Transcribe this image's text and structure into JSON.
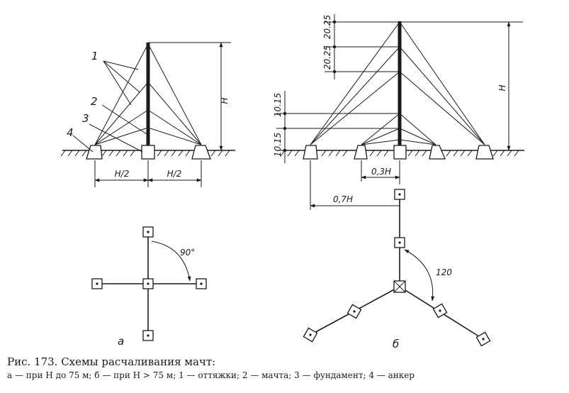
{
  "figure": {
    "a": {
      "callouts": {
        "guys": "1",
        "mast": "2",
        "foundation": "3",
        "anchor": "4"
      },
      "height_label": "H",
      "half_span_left": "H/2",
      "half_span_right": "H/2",
      "plan_angle": "90°",
      "panel_letter": "а"
    },
    "b": {
      "segment_top_1": "20.25",
      "segment_top_2": "20.25",
      "segment_low_1": "10.15",
      "segment_low_2": "10.15",
      "height_label": "H",
      "inner_span": "0,3H",
      "outer_span": "0,7H",
      "plan_angle": "120",
      "panel_letter": "б"
    }
  },
  "caption": {
    "title": "Рис. 173. Схемы расчаливания мачт:",
    "legend": [
      {
        "text": "а",
        "italic": true
      },
      {
        "text": " — при ",
        "italic": false
      },
      {
        "text": "H",
        "italic": true
      },
      {
        "text": " до 75 м; ",
        "italic": false
      },
      {
        "text": "б",
        "italic": true
      },
      {
        "text": " — при ",
        "italic": false
      },
      {
        "text": "H",
        "italic": true
      },
      {
        "text": " > 75 м; ",
        "italic": false
      },
      {
        "text": "1",
        "italic": true
      },
      {
        "text": " — оттяжки; ",
        "italic": false
      },
      {
        "text": "2",
        "italic": true
      },
      {
        "text": " — мачта; ",
        "italic": false
      },
      {
        "text": "3",
        "italic": true
      },
      {
        "text": " — фундамент; ",
        "italic": false
      },
      {
        "text": "4",
        "italic": true
      },
      {
        "text": " — анкер",
        "italic": false
      }
    ]
  }
}
